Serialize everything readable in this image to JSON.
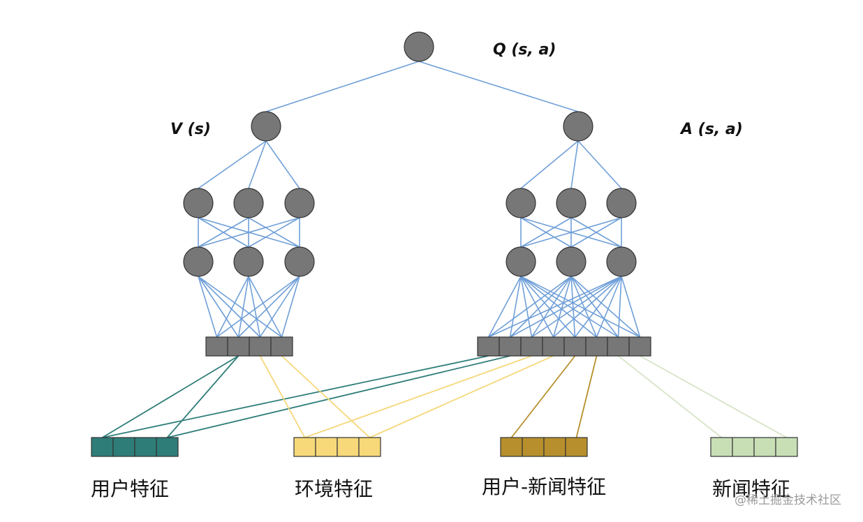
{
  "labels": {
    "q": "Q (s, a)",
    "v": "V (s)",
    "a": "A (s, a)"
  },
  "features": [
    {
      "label": "用户特征",
      "color": "#2e7d78",
      "line_color": "#2e7d78"
    },
    {
      "label": "环境特征",
      "color": "#f7d97a",
      "line_color": "#f5d77a"
    },
    {
      "label": "用户-新闻特征",
      "color": "#b78f2c",
      "line_color": "#b78f2c"
    },
    {
      "label": "新闻特征",
      "color": "#c8dfb6",
      "line_color": "#d6e4c6"
    }
  ],
  "watermark": "@稀土掘金技术社区",
  "colors": {
    "node": "#777777",
    "node_stroke": "#333333",
    "edge": "#6f9fd8",
    "input_cell": "#777777"
  }
}
